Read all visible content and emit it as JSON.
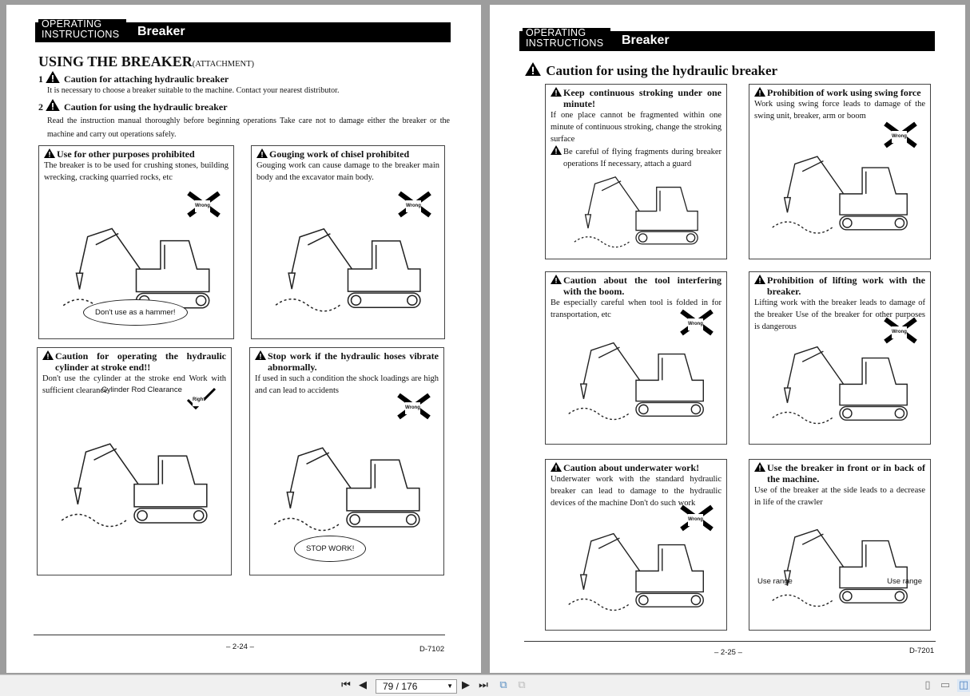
{
  "viewer": {
    "page_input": "79 / 176",
    "first_icon": "first-page-icon",
    "prev_icon": "previous-page-icon",
    "next_icon": "next-page-icon",
    "last_icon": "last-page-icon"
  },
  "left_page": {
    "header_op": "OPERATING INSTRUCTIONS",
    "header_title": "Breaker",
    "title": "USING THE BREAKER",
    "title_suffix": "(ATTACHMENT)",
    "s1_num": "1",
    "s1_title": "Caution for attaching hydraulic breaker",
    "s1_text": "It is necessary to choose a breaker suitable to the machine. Contact your nearest distributor.",
    "s2_num": "2",
    "s2_title": "Caution for using the hydraulic breaker",
    "s2_text": "Read the instruction manual thoroughly before beginning operations Take care not to damage either the breaker or the machine and carry out operations safely.",
    "boxes": [
      {
        "title": "Use for other purposes prohibited",
        "text": "The breaker is to be used for crushing stones, building wrecking, cracking quarried rocks, etc",
        "label": "Don't use as a hammer!",
        "mark": "Wrong"
      },
      {
        "title": "Gouging work of chisel prohibited",
        "text": "Gouging work can cause damage to the breaker main body and the excavator main body.",
        "mark": "Wrong"
      },
      {
        "title": "Caution for operating the hydraulic cylinder at stroke end!!",
        "text": "Don't use the cylinder at the stroke end Work with sufficient clearance",
        "label": "Cylinder Rod Clearance",
        "mark": "Right"
      },
      {
        "title": "Stop work if the hydraulic hoses vibrate abnormally.",
        "text": "If used in such a condition the shock loadings are high and can lead to accidents",
        "label": "STOP WORK!",
        "mark": "Wrong"
      }
    ],
    "page_no": "– 2-24 –",
    "code": "D-7102"
  },
  "right_page": {
    "header_op": "OPERATING INSTRUCTIONS",
    "header_title": "Breaker",
    "title": "Caution for using the hydraulic breaker",
    "boxes": [
      {
        "title": "Keep continuous stroking under one minute!",
        "text": "If one place cannot be fragmented within one minute of continuous stroking, change the stroking surface",
        "text2": "Be careful of flying fragments during breaker operations If necessary, attach a guard"
      },
      {
        "title": "Prohibition of work using swing force",
        "text": "Work using swing force leads to damage of the swing unit, breaker, arm or boom",
        "mark": "Wrong"
      },
      {
        "title": "Caution about the tool interfering with the boom.",
        "text": "Be especially careful when tool is folded in for transportation, etc",
        "mark": "Wrong"
      },
      {
        "title": "Prohibition of lifting work with the breaker.",
        "text": "Lifting work with the breaker leads to damage of the breaker Use of the breaker for other purposes is dangerous",
        "mark": "Wrong"
      },
      {
        "title": "Caution about underwater work!",
        "text": "Underwater work with the standard hydraulic breaker can lead to damage to the hydraulic devices of the machine Don't do such work",
        "mark": "Wrong"
      },
      {
        "title": "Use the breaker in front or in back of the machine.",
        "text": "Use of the breaker at the side leads to a decrease in life of the crawler",
        "label": "Use range"
      }
    ],
    "page_no": "– 2-25 –",
    "code": "D-7201"
  }
}
